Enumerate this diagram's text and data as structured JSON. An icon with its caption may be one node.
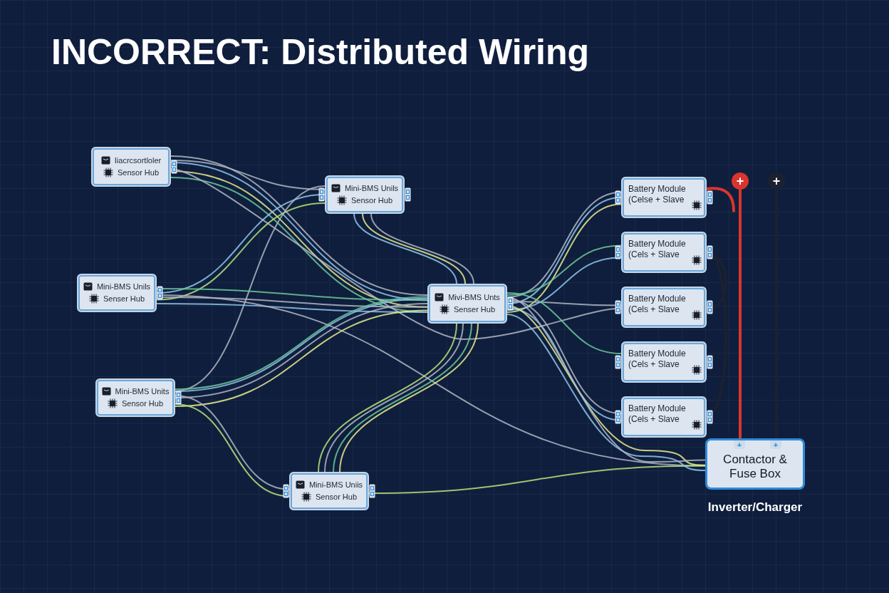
{
  "diagram": {
    "title": "INCORRECT: Distributed Wiring",
    "nodes": [
      {
        "text": [
          "Iiacrcsortloler",
          "Sensor Hub"
        ]
      },
      {
        "text": [
          "Mini-BMS Unils",
          "Sensor Hub"
        ]
      },
      {
        "text": [
          "Mini-BMS Unils",
          "Senser Hub"
        ]
      },
      {
        "text": [
          "Mini-BMS Units",
          "Sensor Hub"
        ]
      },
      {
        "text": [
          "Mivi-BMS Unts",
          "Senser Hub"
        ]
      },
      {
        "text": [
          "Mini-BMS Uniis",
          "Sensor Hub"
        ]
      },
      {
        "text": [
          "Battery Module (Celse + Slave"
        ]
      },
      {
        "text": [
          "Battery Module (Cels + Slave"
        ]
      },
      {
        "text": [
          "Battery Module (Cels + Slave"
        ]
      },
      {
        "text": [
          "Battery Module (Cels + Slave"
        ]
      },
      {
        "text": [
          "Battery Module (Cels + Slave"
        ]
      },
      {
        "text": [
          "Contactor & Fuse Box"
        ],
        "beside": [
          "Inverter/Charger"
        ]
      },
      {
        "text": [
          "+"
        ]
      },
      {
        "text": [
          "+"
        ]
      }
    ],
    "edges": [
      {
        "from": 0,
        "to": 4,
        "arrow": "none"
      },
      {
        "from": 0,
        "to": 4,
        "arrow": "none",
        "color": "#e6ec8c"
      },
      {
        "from": 0,
        "to": 4,
        "arrow": "none",
        "color": "#8fc6ea"
      },
      {
        "from": 0,
        "to": 4,
        "arrow": "none",
        "color": "#6cc89a"
      },
      {
        "from": 0,
        "to": 8,
        "arrow": "none"
      },
      {
        "from": 0,
        "to": 1,
        "arrow": "none"
      },
      {
        "from": 1,
        "to": 2,
        "arrow": "none",
        "color": "#b5e27a"
      },
      {
        "from": 1,
        "to": 2,
        "arrow": "none",
        "color": "#8fc6ea"
      },
      {
        "from": 1,
        "to": 3,
        "arrow": "none"
      },
      {
        "from": 1,
        "to": 4,
        "arrow": "none"
      },
      {
        "from": 1,
        "to": 4,
        "arrow": "none",
        "color": "#e6ec8c"
      },
      {
        "from": 1,
        "to": 4,
        "arrow": "none",
        "color": "#8fc6ea"
      },
      {
        "from": 2,
        "to": 4,
        "arrow": "none"
      },
      {
        "from": 2,
        "to": 4,
        "arrow": "none",
        "color": "#6cc89a"
      },
      {
        "from": 2,
        "to": 4,
        "arrow": "none",
        "color": "#8fc6ea"
      },
      {
        "from": 2,
        "to": 11,
        "arrow": "none"
      },
      {
        "from": 3,
        "to": 4,
        "arrow": "none",
        "color": "#8fc6ea"
      },
      {
        "from": 3,
        "to": 4,
        "arrow": "none",
        "color": "#e6ec8c"
      },
      {
        "from": 3,
        "to": 4,
        "arrow": "none"
      },
      {
        "from": 3,
        "to": 4,
        "arrow": "none",
        "color": "#6cc89a"
      },
      {
        "from": 3,
        "to": 5,
        "arrow": "none",
        "color": "#b5e27a"
      },
      {
        "from": 3,
        "to": 5,
        "arrow": "none"
      },
      {
        "from": 5,
        "to": 4,
        "arrow": "none",
        "color": "#b5e27a"
      },
      {
        "from": 5,
        "to": 4,
        "arrow": "none",
        "color": "#6cc89a"
      },
      {
        "from": 5,
        "to": 4,
        "arrow": "none"
      },
      {
        "from": 5,
        "to": 4,
        "arrow": "none",
        "color": "#e6ec8c"
      },
      {
        "from": 5,
        "to": 11,
        "arrow": "none",
        "color": "#b5e27a"
      },
      {
        "from": 4,
        "to": 6,
        "arrow": "none"
      },
      {
        "from": 4,
        "to": 6,
        "arrow": "none",
        "color": "#e6ec8c"
      },
      {
        "from": 4,
        "to": 6,
        "arrow": "none",
        "color": "#8fc6ea"
      },
      {
        "from": 4,
        "to": 7,
        "arrow": "none",
        "color": "#6cc89a"
      },
      {
        "from": 4,
        "to": 7,
        "arrow": "none",
        "color": "#8fc6ea"
      },
      {
        "from": 4,
        "to": 8,
        "arrow": "none"
      },
      {
        "from": 4,
        "to": 9,
        "arrow": "none",
        "color": "#6cc89a"
      },
      {
        "from": 4,
        "to": 10,
        "arrow": "none",
        "color": "#8fc6ea"
      },
      {
        "from": 4,
        "to": 10,
        "arrow": "none"
      },
      {
        "from": 4,
        "to": 11,
        "arrow": "none",
        "color": "#8fc6ea"
      },
      {
        "from": 4,
        "to": 11,
        "arrow": "none",
        "color": "#e6ec8c"
      },
      {
        "from": 4,
        "to": 11,
        "arrow": "none"
      },
      {
        "from": 12,
        "to": 11,
        "arrow": "none",
        "style": "thick",
        "color": "#d9352e"
      },
      {
        "from": 13,
        "to": 11,
        "arrow": "none",
        "style": "thick",
        "color": "#1b2130"
      },
      {
        "from": 6,
        "to": null,
        "arrow": "none",
        "style": "thick",
        "color": "#d9352e"
      },
      {
        "from": 7,
        "to": 8,
        "arrow": "none",
        "style": "thick",
        "color": "#1b2130"
      },
      {
        "from": 7,
        "to": 10,
        "arrow": "none",
        "style": "thick",
        "color": "#1b2130"
      }
    ],
    "labels": [
      "+",
      "+"
    ]
  }
}
